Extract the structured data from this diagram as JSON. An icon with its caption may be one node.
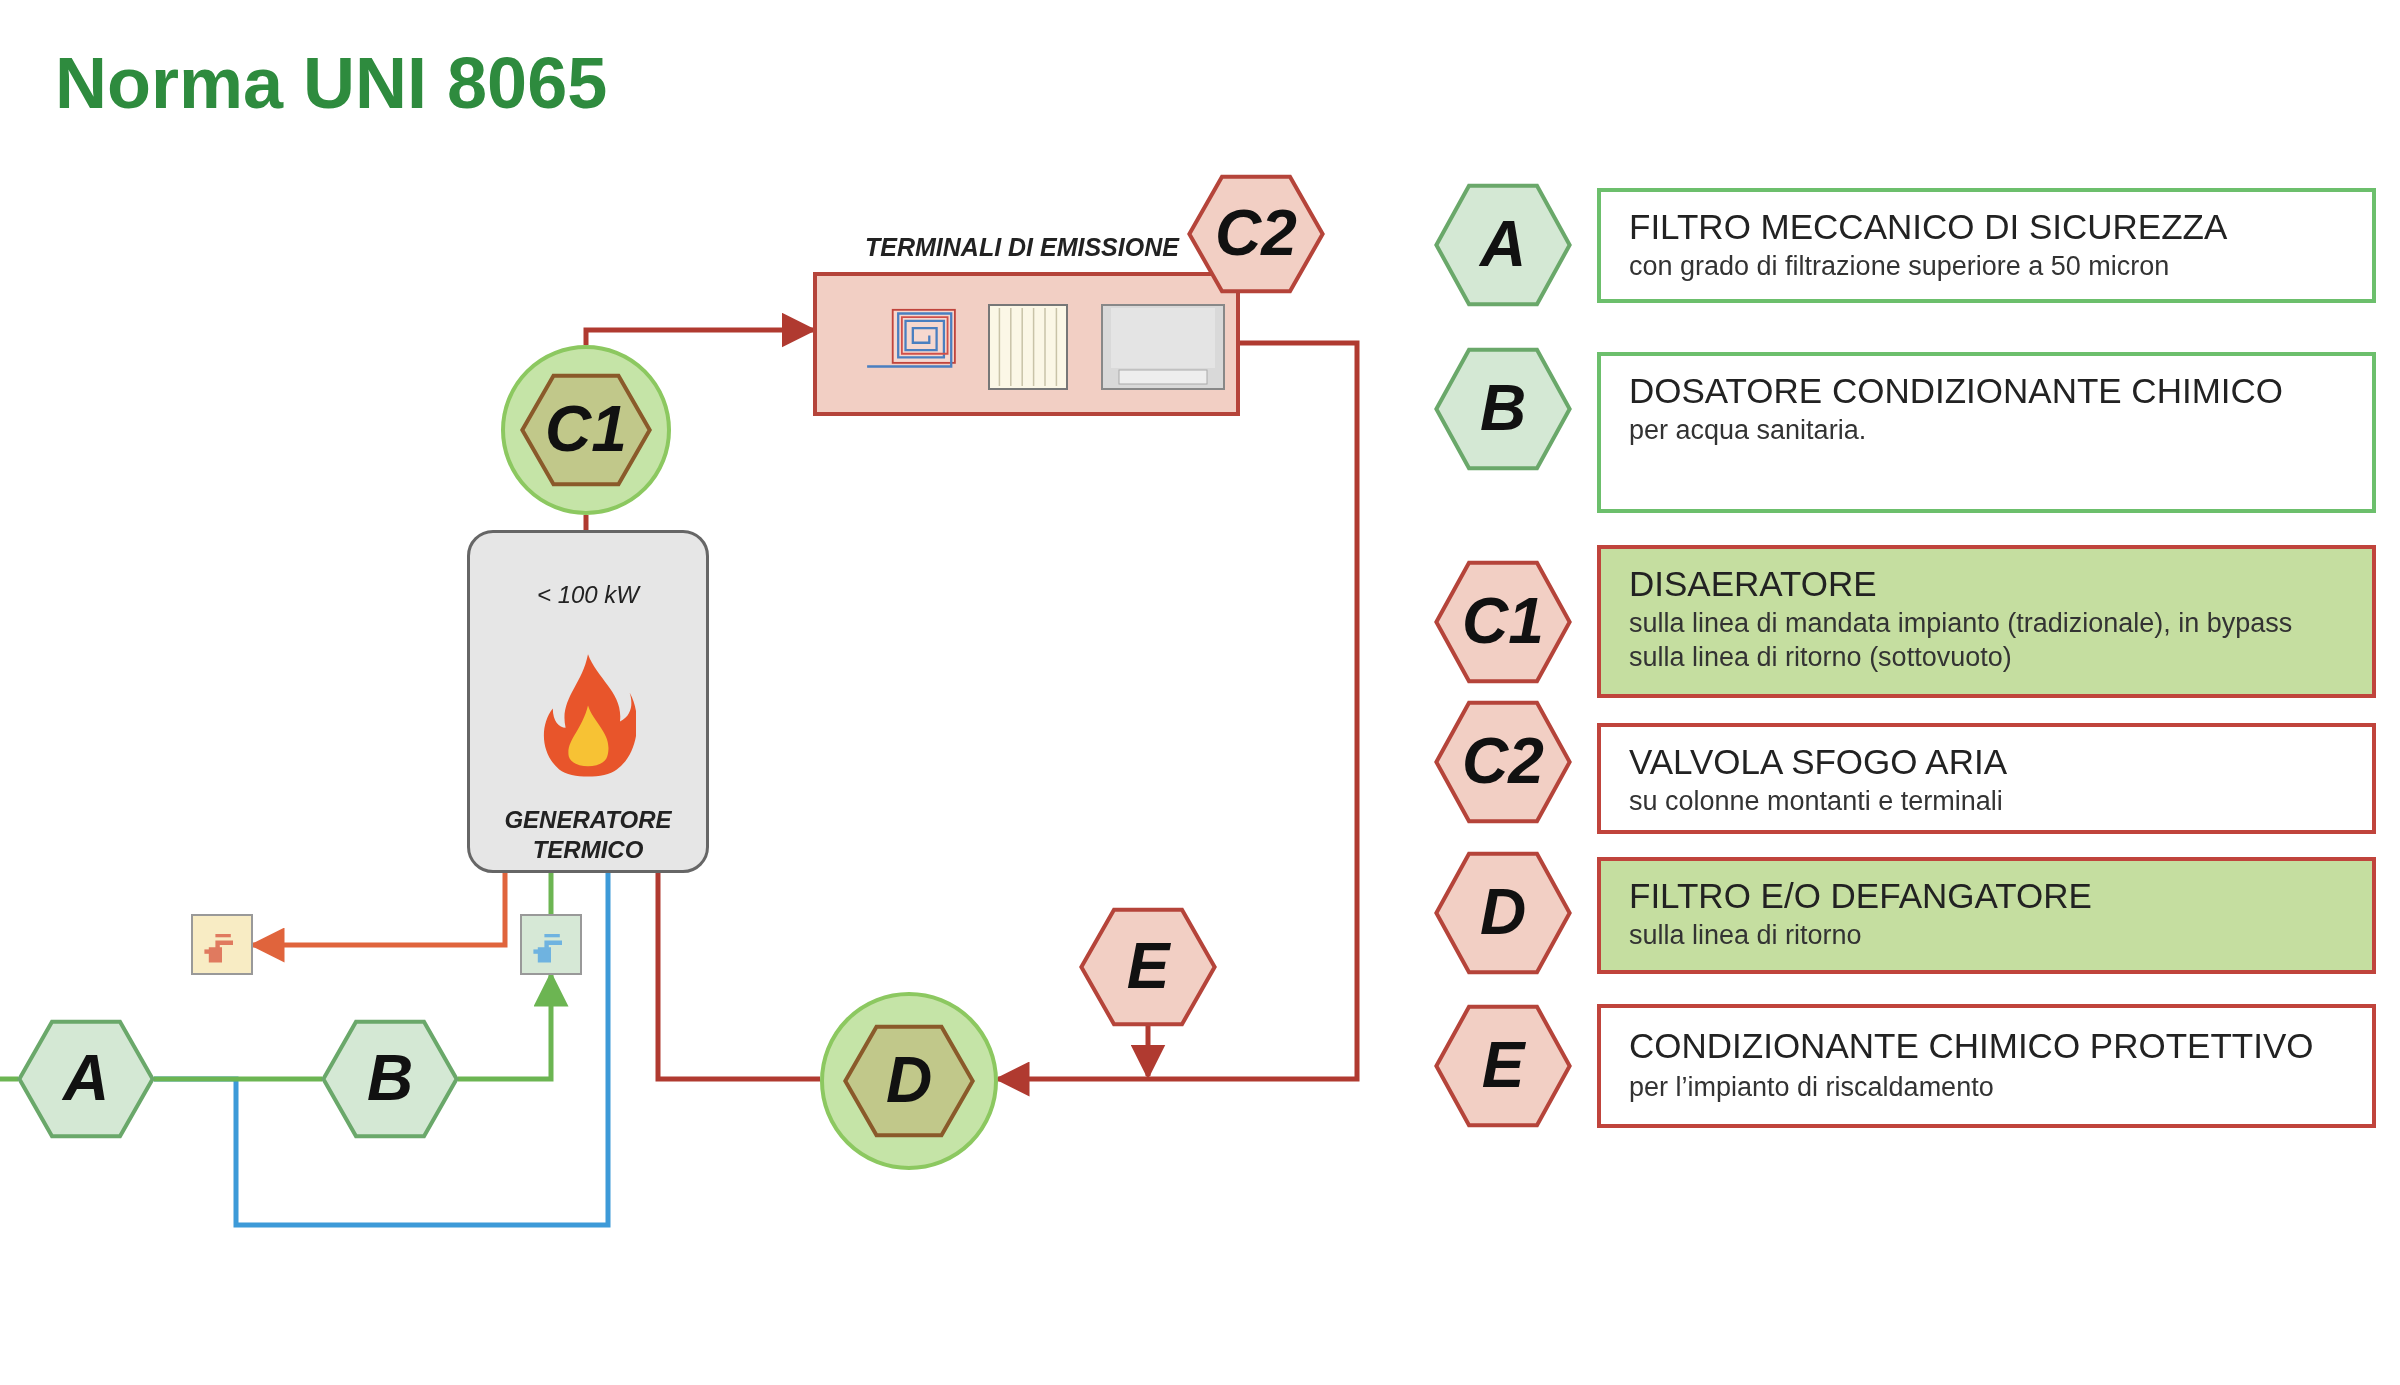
{
  "diagram": {
    "title": "Norma UNI 8065",
    "nodes": [
      {
        "text": [
          "TERMINALI DI EMISSIONE"
        ]
      },
      {
        "text": [
          "C2"
        ]
      },
      {
        "text": [
          "C1"
        ]
      },
      {
        "text": [
          "< 100 kW",
          "GENERATORE TERMICO"
        ]
      },
      {
        "text": [],
        "shape": "box"
      },
      {
        "text": [],
        "shape": "box"
      },
      {
        "text": [
          "A"
        ]
      },
      {
        "text": [
          "B"
        ]
      },
      {
        "text": [
          "D"
        ]
      },
      {
        "text": [
          "E"
        ]
      },
      {
        "text": [
          "A"
        ]
      },
      {
        "text": [
          "FILTRO MECCANICO DI SICUREZZA",
          "con grado di filtrazione superiore a 50 micron"
        ]
      },
      {
        "text": [
          "B"
        ]
      },
      {
        "text": [
          "DOSATORE CONDIZIONANTE CHIMICO",
          "per acqua sanitaria."
        ]
      },
      {
        "text": [
          "C1"
        ]
      },
      {
        "text": [
          "DISAERATORE",
          "sulla linea di mandata impianto (tradizionale), in bypass sulla linea di ritorno (sottovuoto)"
        ]
      },
      {
        "text": [
          "C2"
        ]
      },
      {
        "text": [
          "VALVOLA SFOGO ARIA",
          "su colonne montanti e terminali"
        ]
      },
      {
        "text": [
          "D"
        ]
      },
      {
        "text": [
          "FILTRO E/O DEFANGATORE",
          "sulla linea di ritorno"
        ]
      },
      {
        "text": [
          "E"
        ]
      },
      {
        "text": [
          "CONDIZIONANTE CHIMICO PROTETTIVO",
          "per l’impianto di riscaldamento"
        ]
      }
    ],
    "edges": [
      {
        "from": 3,
        "to": 2,
        "arrow": "none"
      },
      {
        "from": 2,
        "to": 0,
        "arrow": "to"
      },
      {
        "from": 0,
        "to": 8,
        "arrow": "to"
      },
      {
        "from": 9,
        "to": null,
        "arrow": "to"
      },
      {
        "from": 8,
        "to": 3,
        "arrow": "none"
      },
      {
        "from": 3,
        "to": 4,
        "arrow": "to",
        "color": "#e0643c"
      },
      {
        "from": null,
        "to": 6,
        "arrow": "none",
        "color": "#6cb552"
      },
      {
        "from": 6,
        "to": 7,
        "arrow": "none",
        "color": "#6cb552"
      },
      {
        "from": 7,
        "to": 5,
        "arrow": "to",
        "color": "#6cb552"
      },
      {
        "from": 5,
        "to": 3,
        "arrow": "none",
        "color": "#6cb552"
      },
      {
        "from": 6,
        "to": 3,
        "arrow": "none",
        "color": "#3d9ad8"
      }
    ]
  }
}
